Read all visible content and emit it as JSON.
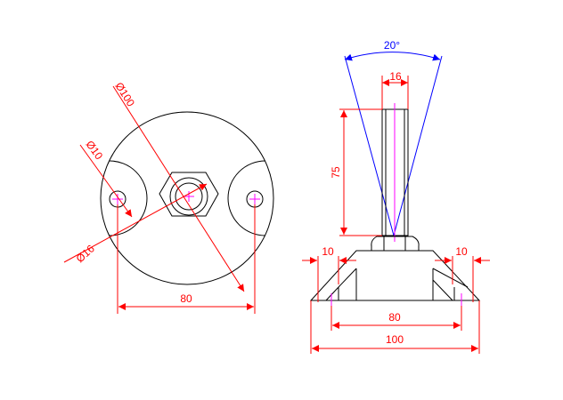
{
  "colors": {
    "geometry": "#000000",
    "dimension": "#ff0000",
    "centerline": "#ff00ff",
    "angle": "#0000ff",
    "background": "#ffffff"
  },
  "top_view": {
    "dim_outer_diameter": "Ø100",
    "dim_hole_diameter": "Ø10",
    "dim_bore_diameter": "Ø16",
    "dim_hole_spacing": "80"
  },
  "side_view": {
    "dim_angle": "20°",
    "dim_stud_width": "16",
    "dim_stud_height": "75",
    "dim_left_pad": "10",
    "dim_right_pad": "10",
    "dim_hole_spacing": "80",
    "dim_base_width": "100"
  }
}
